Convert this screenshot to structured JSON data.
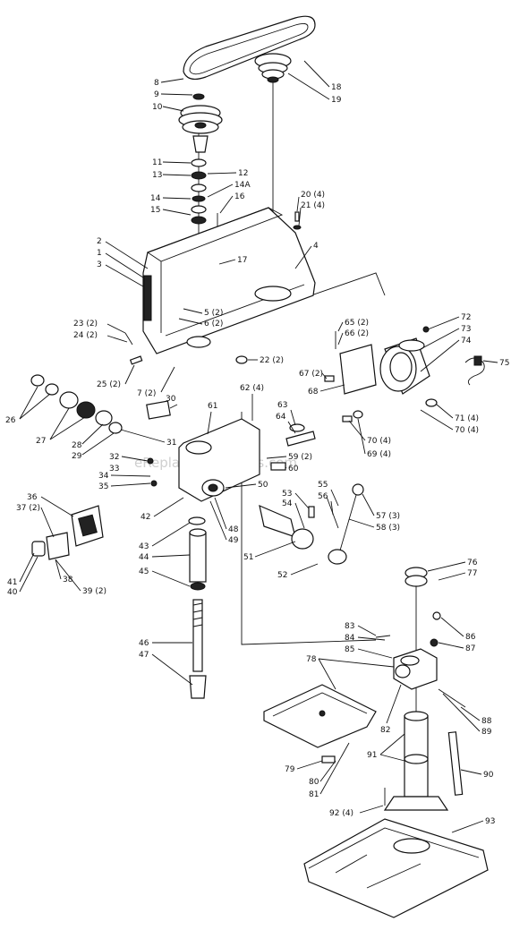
{
  "watermark": "eReplacementParts.com",
  "labels": {
    "l8": "8",
    "l9": "9",
    "l10": "10",
    "l11": "11",
    "l12": "12",
    "l13": "13",
    "l14": "14",
    "l14a": "14A",
    "l15": "15",
    "l16": "16",
    "l17": "17",
    "l18": "18",
    "l19": "19",
    "l20": "20 (4)",
    "l21": "21 (4)",
    "l1": "1",
    "l2": "2",
    "l3": "3",
    "l4": "4",
    "l5": "5 (2)",
    "l6": "6 (2)",
    "l7": "7 (2)",
    "l22": "22 (2)",
    "l23": "23 (2)",
    "l24": "24 (2)",
    "l25": "25 (2)",
    "l26": "26",
    "l27": "27",
    "l28": "28",
    "l29": "29",
    "l30": "30",
    "l31": "31",
    "l32": "32",
    "l33": "33",
    "l34": "34",
    "l35": "35",
    "l36": "36",
    "l37": "37 (2)",
    "l38": "38",
    "l39": "39 (2)",
    "l40": "40",
    "l41": "41",
    "l42": "42",
    "l43": "43",
    "l44": "44",
    "l45": "45",
    "l46": "46",
    "l47": "47",
    "l48": "48",
    "l49": "49",
    "l50": "50",
    "l51": "51",
    "l52": "52",
    "l53": "53",
    "l54": "54",
    "l55": "55",
    "l56": "56",
    "l57": "57 (3)",
    "l58": "58 (3)",
    "l59": "59 (2)",
    "l60": "60",
    "l61": "61",
    "l62": "62 (4)",
    "l63": "63",
    "l64": "64",
    "l65": "65 (2)",
    "l66": "66 (2)",
    "l67": "67 (2)",
    "l68": "68",
    "l69": "69 (4)",
    "l70": "70 (4)",
    "l70b": "70 (4)",
    "l71": "71 (4)",
    "l72": "72",
    "l73": "73",
    "l74": "74",
    "l75": "75",
    "l76": "76",
    "l77": "77",
    "l78": "78",
    "l79": "79",
    "l80": "80",
    "l81": "81",
    "l82": "82",
    "l83": "83",
    "l84": "84",
    "l85": "85",
    "l86": "86",
    "l87": "87",
    "l88": "88",
    "l89": "89",
    "l90": "90",
    "l91": "91",
    "l92": "92 (4)",
    "l93": "93"
  }
}
